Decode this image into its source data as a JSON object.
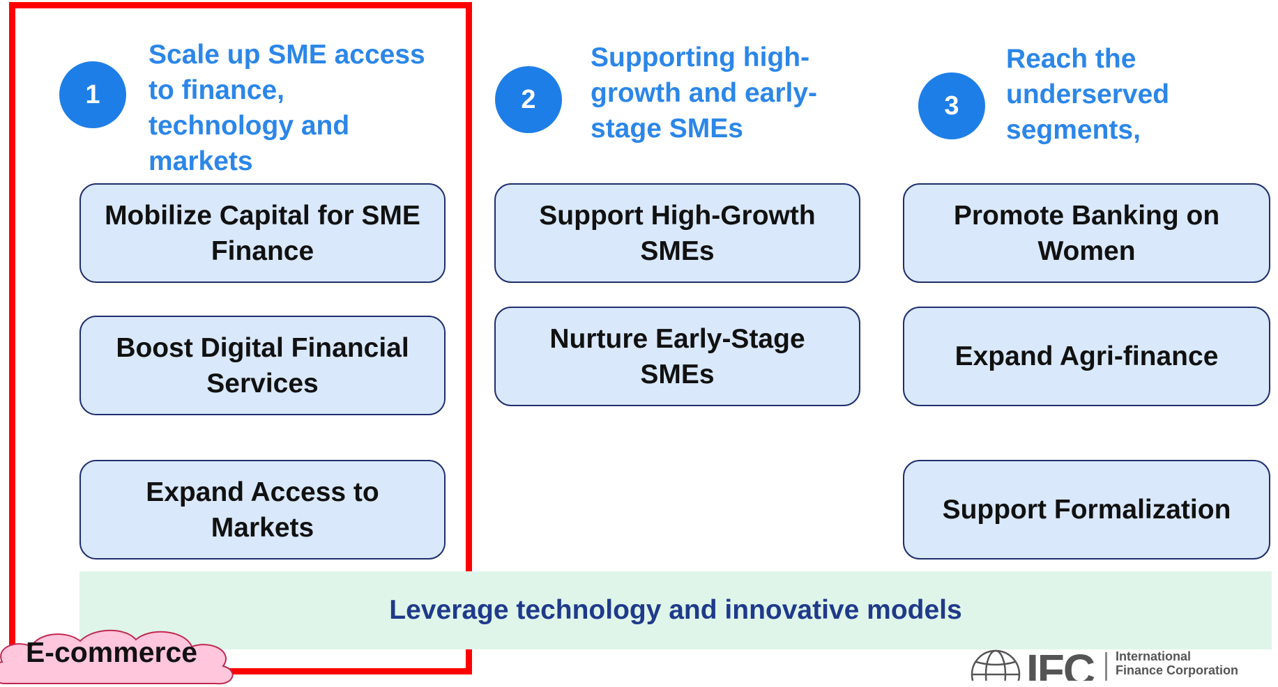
{
  "columns": [
    {
      "number": "1",
      "heading": "Scale up SME access to finance, technology and markets",
      "boxes": [
        "Mobilize Capital for SME Finance",
        "Boost Digital Financial Services",
        "Expand Access to Markets"
      ]
    },
    {
      "number": "2",
      "heading": "Supporting high-growth and early-stage SMEs",
      "boxes": [
        "Support High-Growth SMEs",
        "Nurture Early-Stage SMEs"
      ]
    },
    {
      "number": "3",
      "heading": "Reach the underserved segments,",
      "boxes": [
        "Promote Banking on Women",
        "Expand Agri-finance",
        "Support Formalization"
      ]
    }
  ],
  "banner": "Leverage technology and innovative models",
  "callout": "E-commerce",
  "logo": {
    "mark": "IFC",
    "name_line1": "International",
    "name_line2": "Finance Corporation",
    "icon": "globe-icon"
  },
  "colors": {
    "highlight": "#ff0000",
    "circle": "#1e7ee8",
    "heading": "#2b86e8",
    "box_fill": "#d9e8fb",
    "banner_fill": "#dff5ea",
    "banner_text": "#1f3a8a",
    "cloud_fill": "#ffc6dc"
  }
}
